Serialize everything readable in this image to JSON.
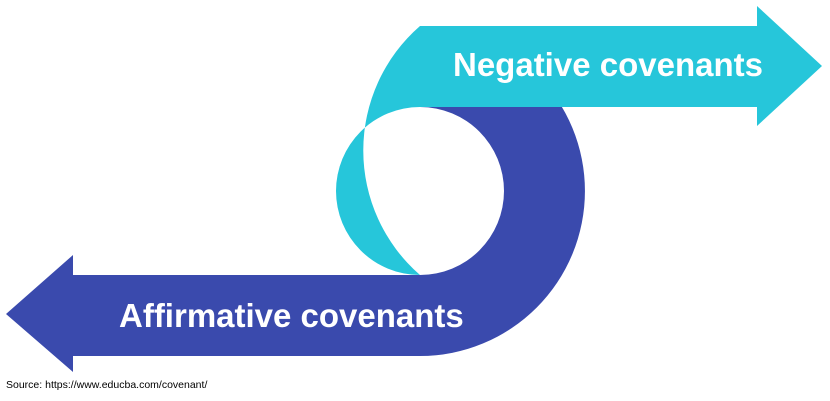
{
  "arrows": {
    "negative": {
      "label": "Negative covenants",
      "color": "#26c6da"
    },
    "affirmative": {
      "label": "Affirmative covenants",
      "color": "#3a4aad"
    }
  },
  "source": "Source: https://www.educba.com/covenant/"
}
